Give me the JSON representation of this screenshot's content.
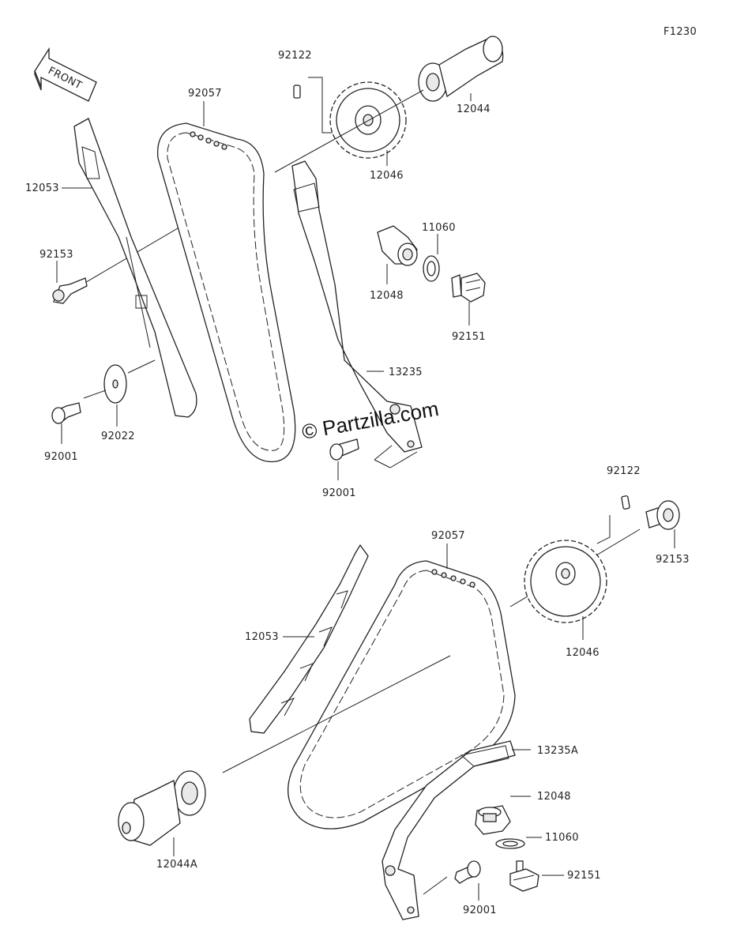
{
  "figure_code": "F1230",
  "front_label": "FRONT",
  "watermark": "© Partzilla.com",
  "labels": {
    "p92122_top": "92122",
    "p92057_top": "92057",
    "p12044": "12044",
    "p12053_top": "12053",
    "p12046_top": "12046",
    "p11060_top": "11060",
    "p92153_top": "92153",
    "p12048_top": "12048",
    "p92151_top": "92151",
    "p13235": "13235",
    "p92022": "92022",
    "p92001_left": "92001",
    "p92001_mid": "92001",
    "p92122_bot": "92122",
    "p92057_bot": "92057",
    "p92153_bot": "92153",
    "p12053_bot": "12053",
    "p12046_bot": "12046",
    "p13235A": "13235A",
    "p12048_bot": "12048",
    "p11060_bot": "11060",
    "p92151_bot": "92151",
    "p12044A": "12044A",
    "p92001_bot": "92001"
  }
}
